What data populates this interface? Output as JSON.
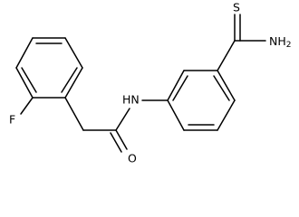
{
  "molecule": {
    "labels": {
      "sulfur": "S",
      "amine_main": "NH",
      "amine_sub": "2",
      "amide_nh": "HN",
      "fluorine": "F",
      "oxygen": "O"
    }
  }
}
